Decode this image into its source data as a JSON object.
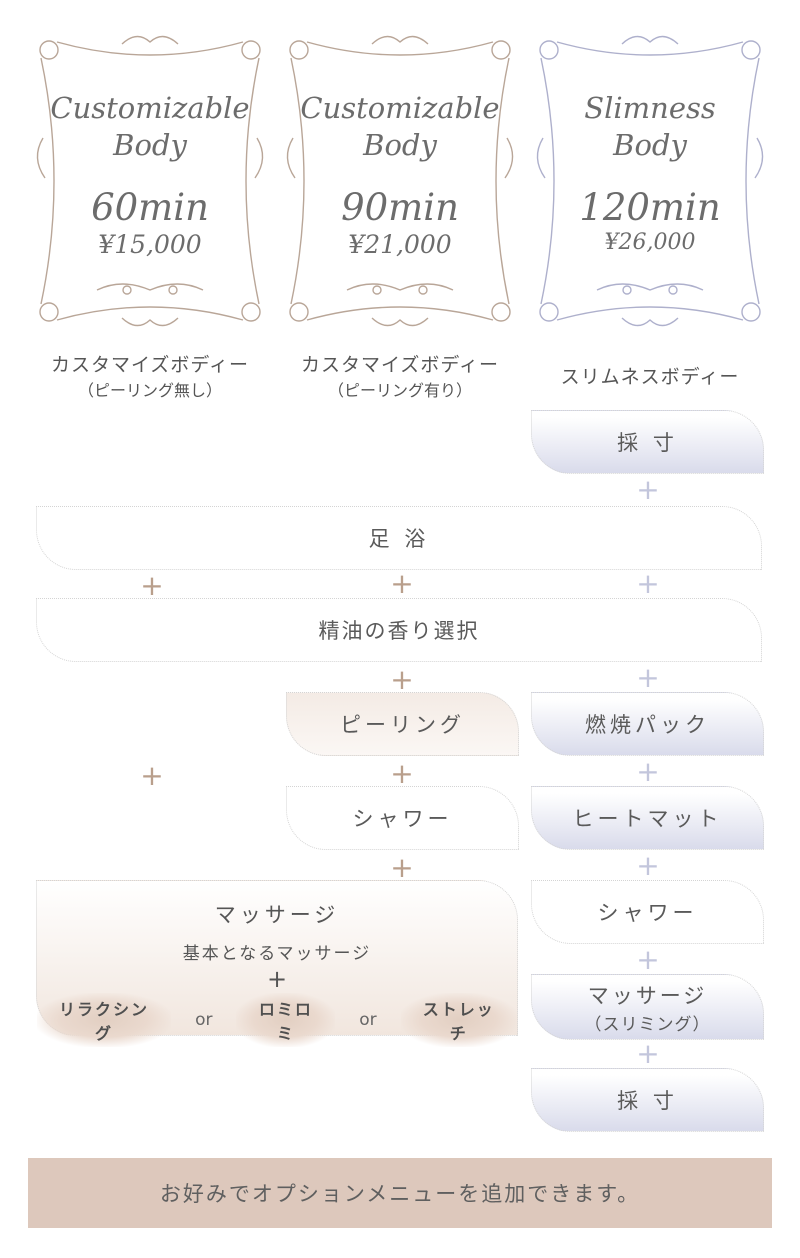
{
  "courses": [
    {
      "name_line1": "Customizable",
      "name_line2": "Body",
      "duration": "60min",
      "price": "¥15,000",
      "title_jp": "カスタマイズボディー",
      "subtitle_jp": "（ピーリング無し）",
      "frame_color": "#b9a698"
    },
    {
      "name_line1": "Customizable",
      "name_line2": "Body",
      "duration": "90min",
      "price": "¥21,000",
      "title_jp": "カスタマイズボディー",
      "subtitle_jp": "（ピーリング有り）",
      "frame_color": "#b9a698"
    },
    {
      "name_line1": "Slimness",
      "name_line2": "Body",
      "duration": "120min",
      "price": "¥26,000",
      "title_jp": "スリムネスボディー",
      "subtitle_jp": "",
      "frame_color": "#aeb0cc"
    }
  ],
  "steps": {
    "measure_start": "採 寸",
    "foot_bath": "足 浴",
    "oil_select": "精油の香り選択",
    "peeling": "ピーリング",
    "burn_pack": "燃焼パック",
    "shower_90": "シャワー",
    "heat_mat": "ヒートマット",
    "shower_120": "シャワー",
    "massage_120_title": "マッサージ",
    "massage_120_sub": "（スリミング）",
    "measure_end": "採 寸"
  },
  "massage": {
    "title": "マッサージ",
    "subtitle": "基本となるマッサージ",
    "plus": "+",
    "options": [
      "リラクシング",
      "ロミロミ",
      "ストレッチ"
    ],
    "or_label": "or"
  },
  "plus_symbol": "+",
  "footer_text": "お好みでオプションメニューを追加できます。",
  "colors": {
    "tan": "#b99f8c",
    "blue": "#c3c6dc",
    "footer_bg": "#ddc8bc"
  }
}
